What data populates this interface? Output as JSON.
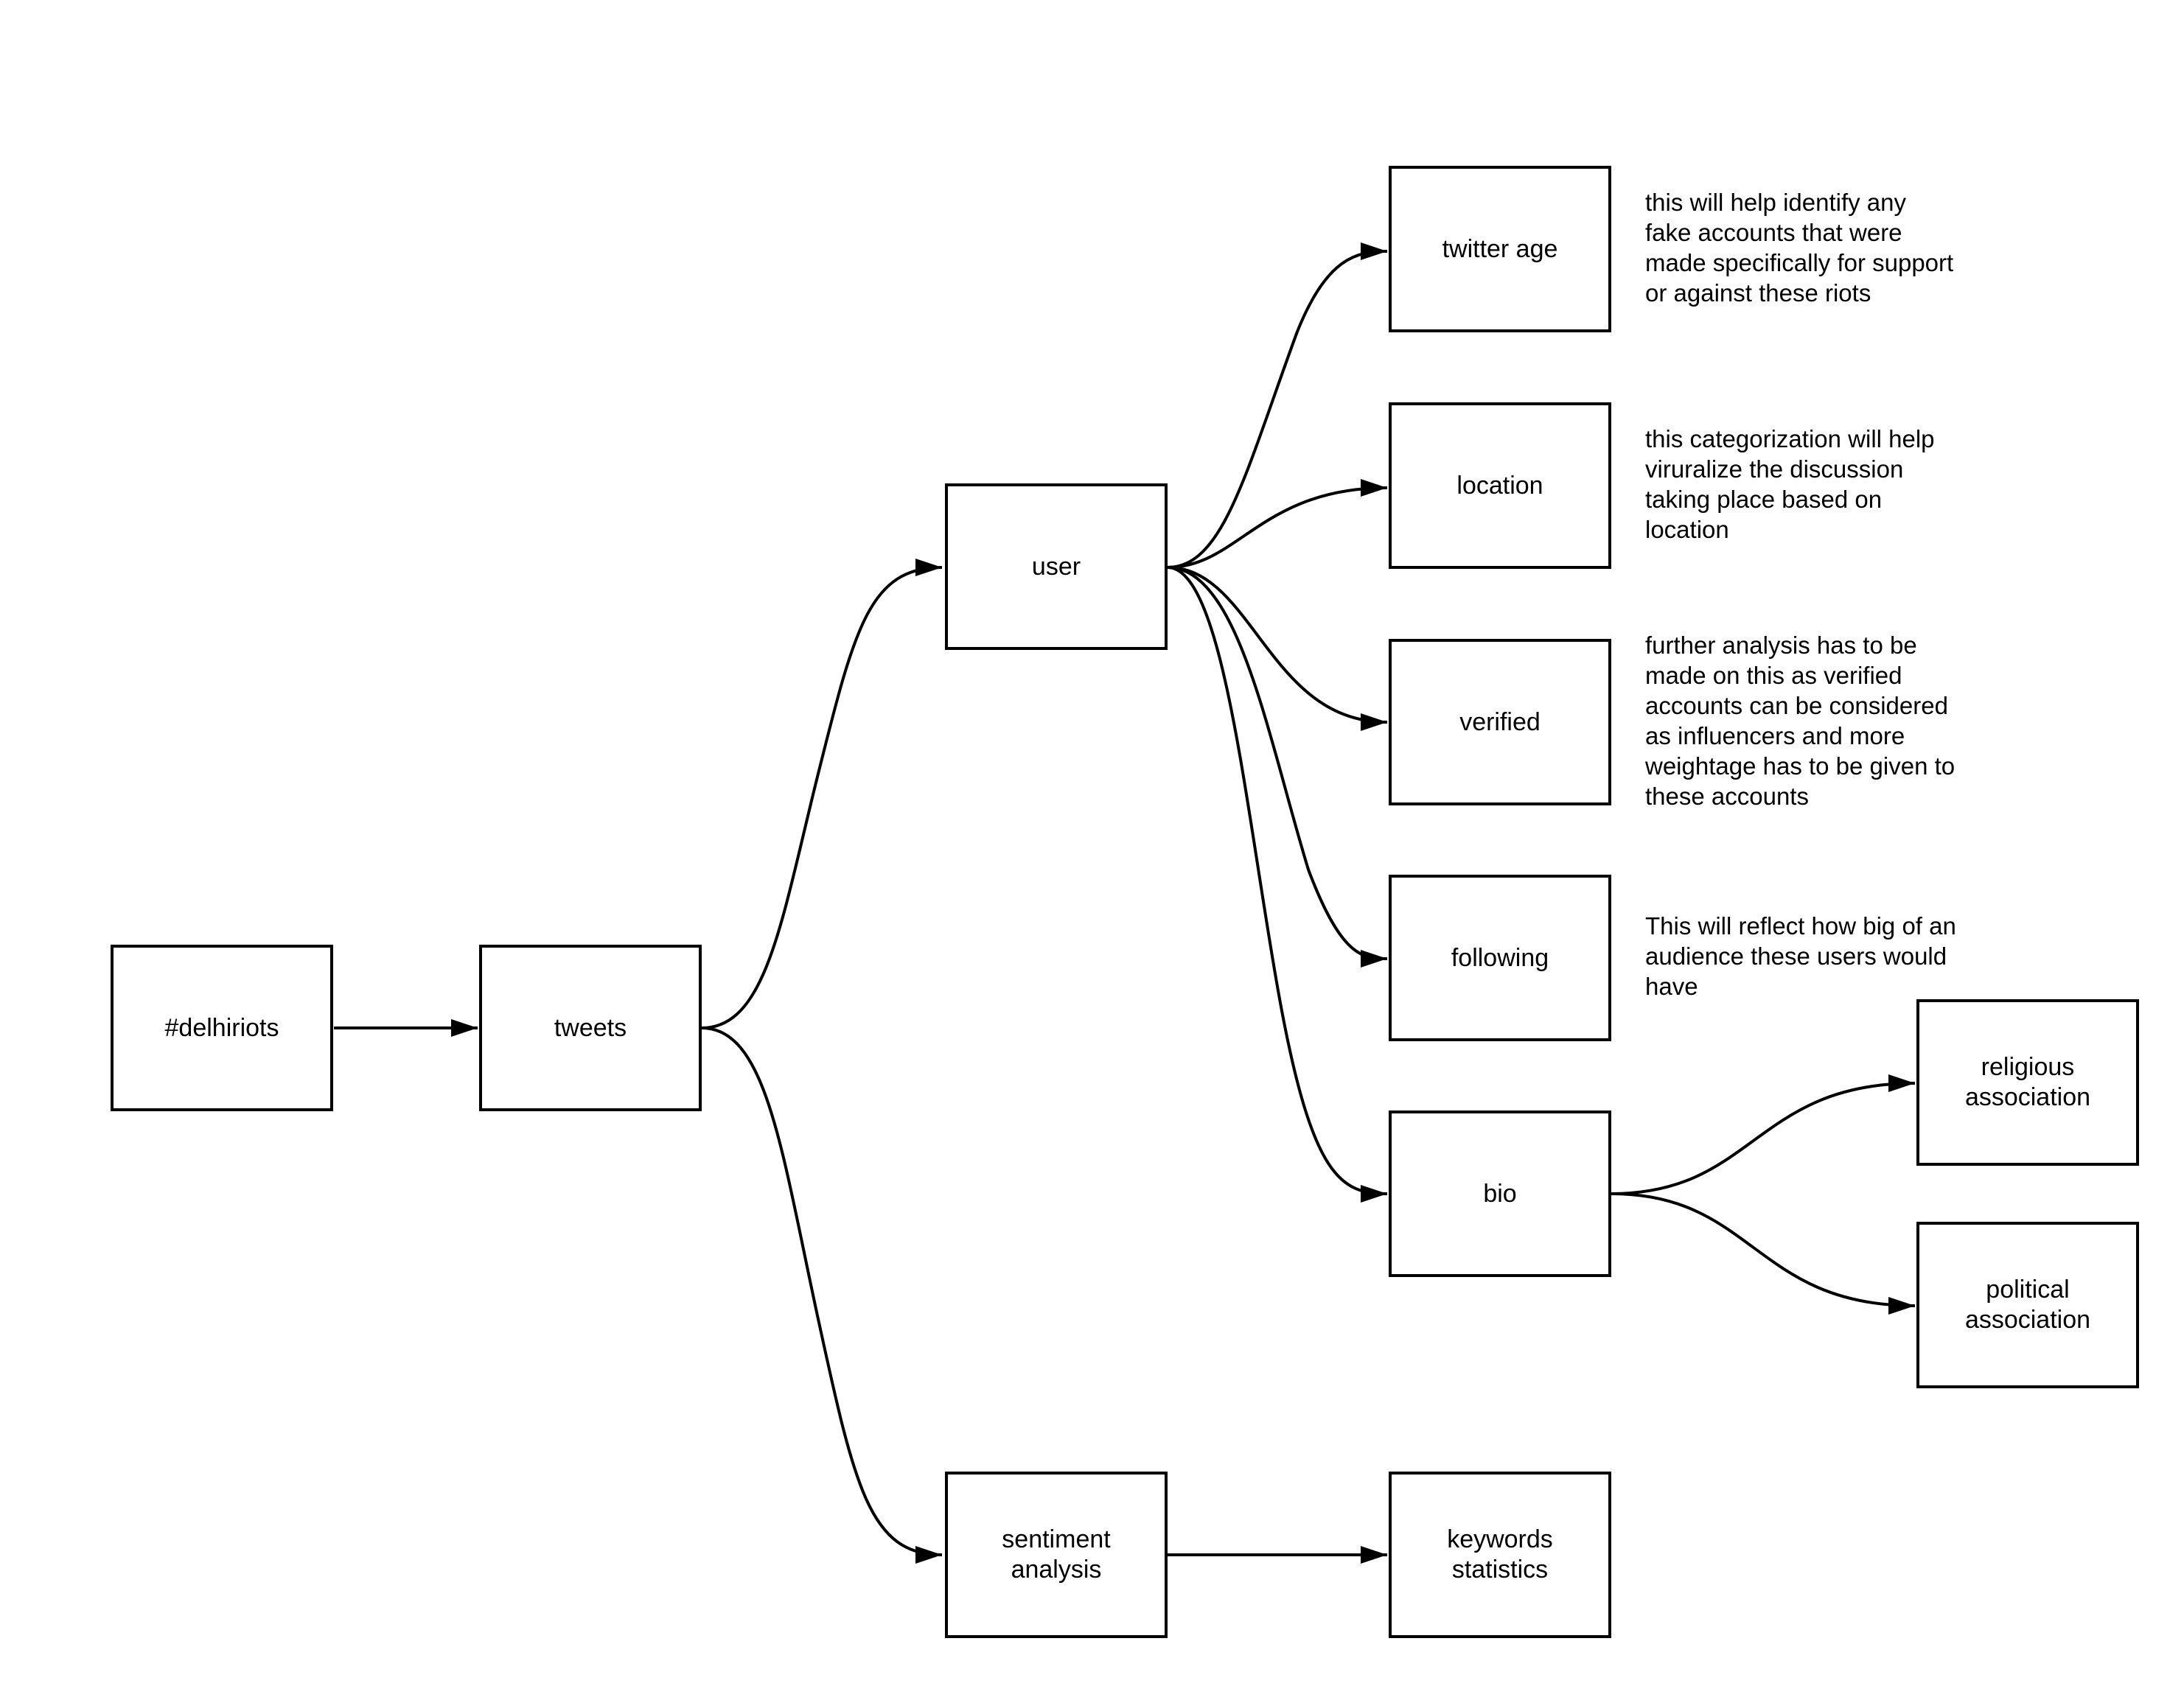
{
  "nodes": {
    "delhiriots": "#delhiriots",
    "tweets": "tweets",
    "user": "user",
    "sentiment_analysis": "sentiment analysis",
    "keywords_statistics": "keywords statistics",
    "twitter_age": "twitter age",
    "location": "location",
    "verified": "verified",
    "following": "following",
    "bio": "bio",
    "religious_association": "religious\nassociation",
    "political_association": "political\nassociation"
  },
  "notes": {
    "twitter_age": "this will help identify any\nfake accounts that were\nmade specifically for support\nor against these riots",
    "location": "this categorization will help\nviruralize the discussion\ntaking place based on\nlocation",
    "verified": "further analysis has to be\nmade on this as verified\naccounts can be considered\nas influencers and more\nweightage has to be given to\nthese accounts",
    "following": "This will reflect how big of an\naudience these users would\nhave"
  },
  "colors": {
    "stroke": "#000000",
    "background": "#ffffff"
  }
}
